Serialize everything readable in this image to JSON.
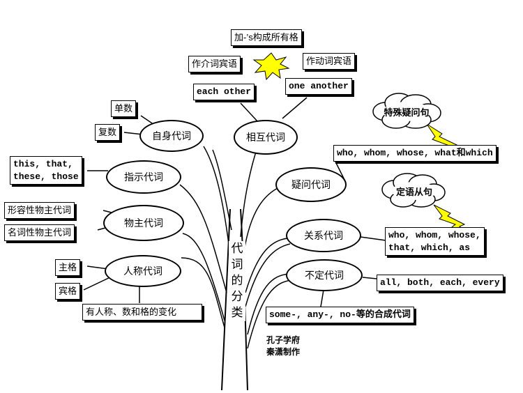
{
  "nodes": {
    "trunk": "代词的分类",
    "reflexive": "自身代词",
    "reciprocal": "相互代词",
    "demonstrative": "指示代词",
    "interrogative": "疑问代词",
    "possessive": "物主代词",
    "relative": "关系代词",
    "personal": "人称代词",
    "indefinite": "不定代词"
  },
  "labels": {
    "possessive_case": "加-’s构成所有格",
    "prep_object": "作介词宾语",
    "verb_object": "作动词宾语",
    "each_other": "each other",
    "one_another": "one another",
    "singular": "单数",
    "plural": "复数",
    "demonstratives": "this, that,\nthese, those",
    "adjective_possessive": "形容性物主代词",
    "noun_possessive": "名词性物主代词",
    "nominative": "主格",
    "objective": "宾格",
    "personal_changes": "有人称、数和格的变化",
    "interrogatives": "who, whom, whose, what和which",
    "relatives": "who, whom, whose,\nthat, which, as",
    "indefinites": "all, both, each, every",
    "compounds": "some-, any-, no-等的合成代词"
  },
  "clouds": {
    "special_question": "特殊疑问句",
    "attributive_clause": "定语从句"
  },
  "credit": "孔子学府\n秦潇制作",
  "colors": {
    "lightning": "#ffff00",
    "line": "#000000"
  }
}
